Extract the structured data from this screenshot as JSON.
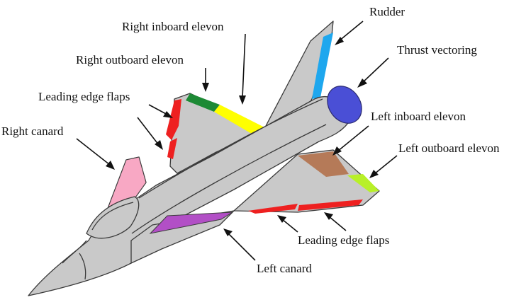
{
  "labels": {
    "rudder": "Rudder",
    "right_inboard_elevon": "Right inboard elevon",
    "thrust_vectoring": "Thrust vectoring",
    "right_outboard_elevon": "Right outboard elevon",
    "leading_edge_flaps_top": "Leading edge flaps",
    "left_inboard_elevon": "Left inboard elevon",
    "right_canard": "Right canard",
    "left_outboard_elevon": "Left outboard elevon",
    "leading_edge_flaps_bottom": "Leading edge flaps",
    "left_canard": "Left canard"
  },
  "colors": {
    "airframe": "#c9c9c9",
    "rudder": "#1ea7ee",
    "thrust_vectoring": "#4a4fd6",
    "right_inboard_elevon": "#ffff00",
    "right_outboard_elevon": "#1d8a35",
    "leading_edge_flaps": "#ee2020",
    "right_canard": "#f8a8c4",
    "left_inboard_elevon": "#b57a58",
    "left_outboard_elevon": "#b8f028",
    "left_canard": "#b24fc6"
  }
}
